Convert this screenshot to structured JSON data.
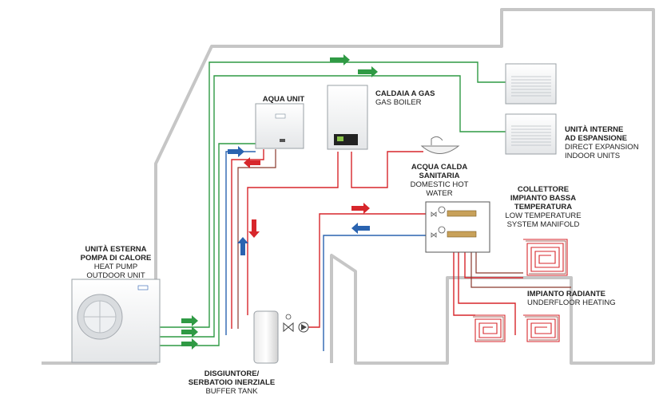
{
  "labels": {
    "aqua_unit": {
      "title": "AQUA UNIT"
    },
    "gas_boiler": {
      "title": "CALDAIA A GAS",
      "subtitle": "GAS BOILER"
    },
    "indoor_units": {
      "title_line1": "UNITÀ INTERNE",
      "title_line2": "AD ESPANSIONE",
      "subtitle_line1": "DIRECT EXPANSION",
      "subtitle_line2": "INDOOR UNITS"
    },
    "hot_water": {
      "title_line1": "ACQUA CALDA",
      "title_line2": "SANITARIA",
      "subtitle_line1": "DOMESTIC HOT",
      "subtitle_line2": "WATER"
    },
    "manifold": {
      "title_line1": "COLLETTORE",
      "title_line2": "IMPIANTO BASSA",
      "title_line3": "TEMPERATURA",
      "subtitle_line1": "LOW TEMPERATURE",
      "subtitle_line2": "SYSTEM MANIFOLD"
    },
    "outdoor_unit": {
      "title_line1": "UNITÀ ESTERNA",
      "title_line2": "POMPA DI CALORE",
      "subtitle_line1": "HEAT PUMP",
      "subtitle_line2": "OUTDOOR UNIT"
    },
    "underfloor": {
      "title": "IMPIANTO RADIANTE",
      "subtitle": "UNDERFLOOR HEATING"
    },
    "buffer_tank": {
      "title_line1": "DISGIUNTORE/",
      "title_line2": "SERBATOIO INERZIALE",
      "subtitle": "BUFFER TANK"
    }
  },
  "colors": {
    "house_outline": "#c6c6c6",
    "hot_pipe": "#d7262b",
    "cold_pipe": "#2a63b0",
    "refrigerant_pipe": "#2f9a44",
    "device_body": "#f2f3f4",
    "device_stroke": "#9aa0a6"
  },
  "icons": [
    "arrow-right-icon",
    "arrow-left-icon",
    "arrow-up-icon",
    "arrow-down-icon",
    "pump-icon",
    "valve-icon",
    "thermometer-icon"
  ]
}
